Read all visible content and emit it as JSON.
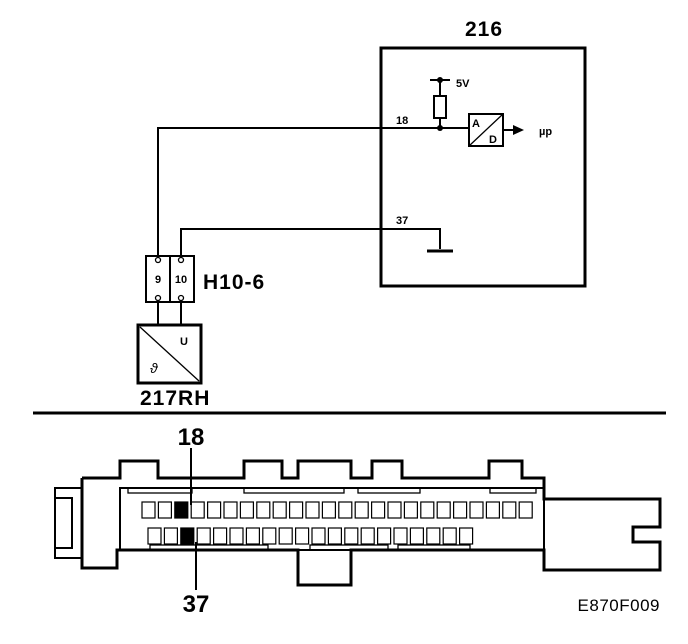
{
  "diagram": {
    "ecu_label": "216",
    "supply_label": "5V",
    "pin_18_label": "18",
    "pin_37_label": "37",
    "adc_top": "A",
    "adc_bottom": "D",
    "micro_label": "µp",
    "connector_label": "H10-6",
    "connector_pin_left": "9",
    "connector_pin_right": "10",
    "sensor_label": "217RH",
    "sensor_u": "U",
    "sensor_theta": "ϑ",
    "connector_callout_top": "18",
    "connector_callout_bottom": "37",
    "figure_code": "E870F009"
  }
}
